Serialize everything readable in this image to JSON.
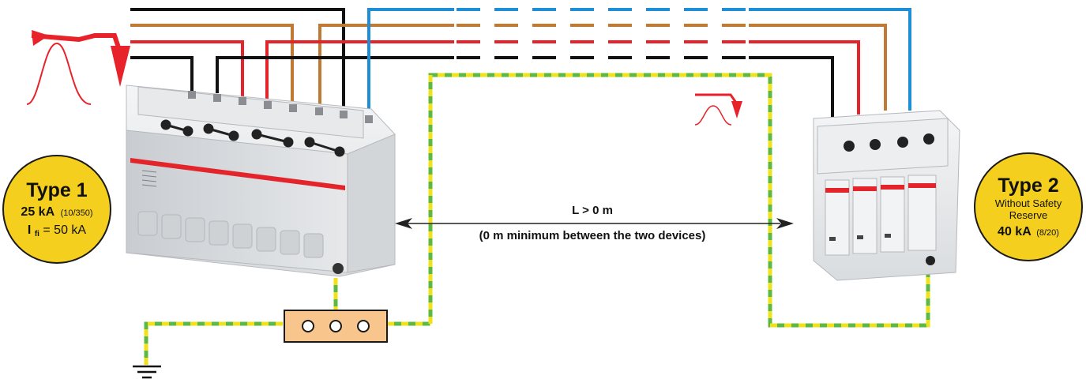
{
  "colors": {
    "phase_black": "#111111",
    "phase_brown": "#c07a33",
    "phase_red": "#e3242b",
    "neutral_blue": "#1e8fd6",
    "earth_green": "#5cb944",
    "earth_yellow": "#f0e21a",
    "badge_fill": "#f5cf1e",
    "surge_red": "#e8222a",
    "terminal_block": "#f8c58c"
  },
  "badge_type1": {
    "title": "Type 1",
    "line1_value": "25 kA",
    "line1_suffix": "(10/350)",
    "line2_symbol": "I",
    "line2_subscript": "fi",
    "line2_value": " = 50 kA"
  },
  "badge_type2": {
    "title": "Type 2",
    "line1": "Without Safety",
    "line2": "Reserve",
    "line3_value": "40 kA",
    "line3_suffix": "(8/20)"
  },
  "distance": {
    "label": "L > 0 m",
    "note": "(0 m minimum between the two devices)"
  },
  "icons": {
    "large_surge": "surge-impulse-large-icon",
    "small_surge": "surge-impulse-small-icon",
    "ground": "ground-symbol-icon"
  }
}
